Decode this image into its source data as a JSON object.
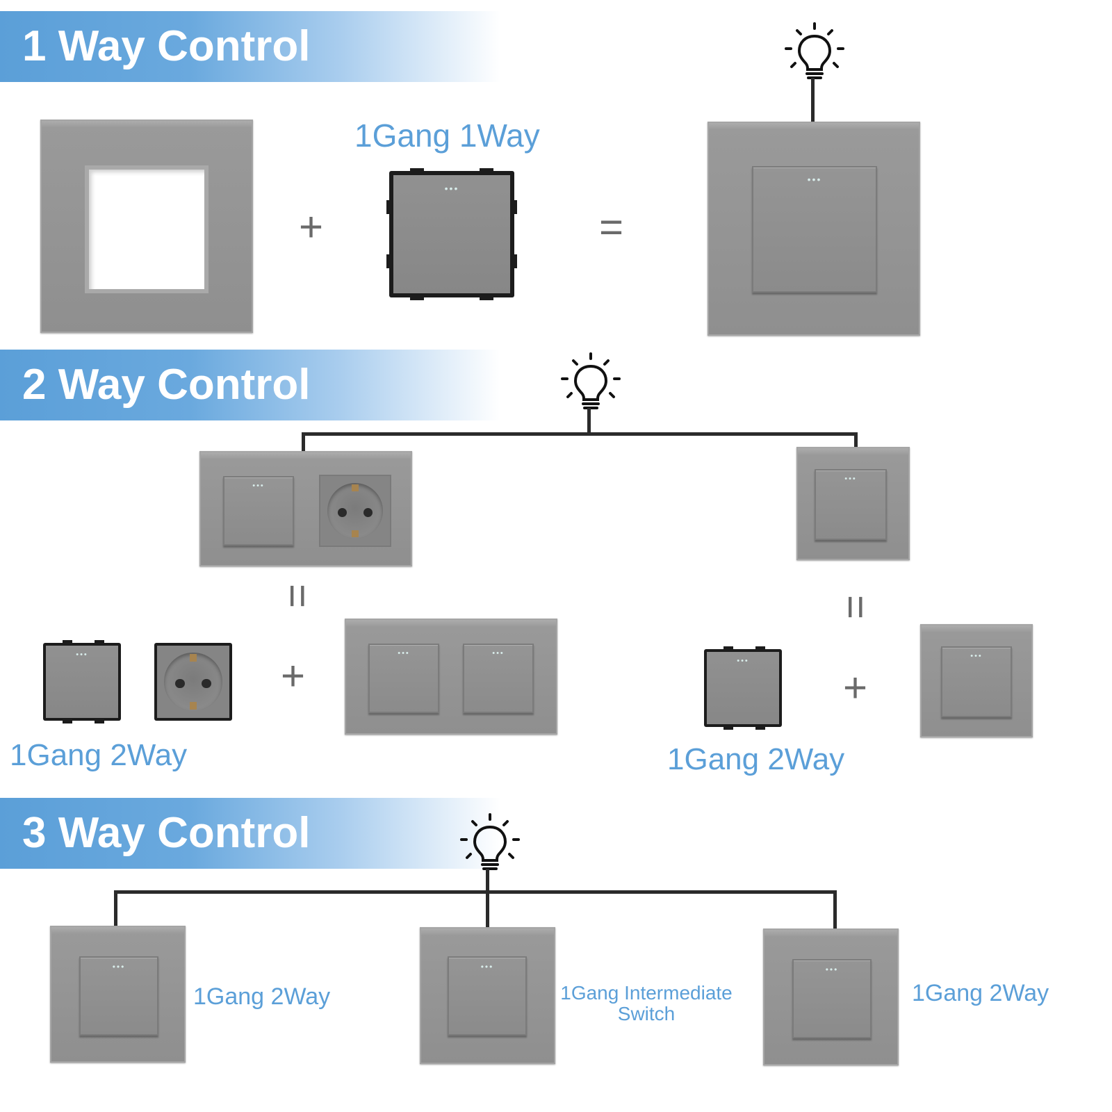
{
  "sections": {
    "one_way": {
      "title": "1 Way Control",
      "module_label": "1Gang 1Way",
      "plus": "+",
      "equals": "="
    },
    "two_way": {
      "title": "2 Way Control",
      "left_label": "1Gang 2Way",
      "right_label": "1Gang 2Way",
      "plus_left": "+",
      "plus_right": "+",
      "equals_left": "=",
      "equals_right": "="
    },
    "three_way": {
      "title": "3 Way Control",
      "left_label": "1Gang 2Way",
      "middle_label_line1": "1Gang Intermediate",
      "middle_label_line2": "Switch",
      "right_label": "1Gang 2Way"
    }
  },
  "colors": {
    "banner_blue": "#5b9fd8",
    "label_blue": "#5b9fd8",
    "panel_gray": "#939393",
    "wire": "#2b2b2b"
  },
  "icons": [
    "light-bulb-icon"
  ]
}
